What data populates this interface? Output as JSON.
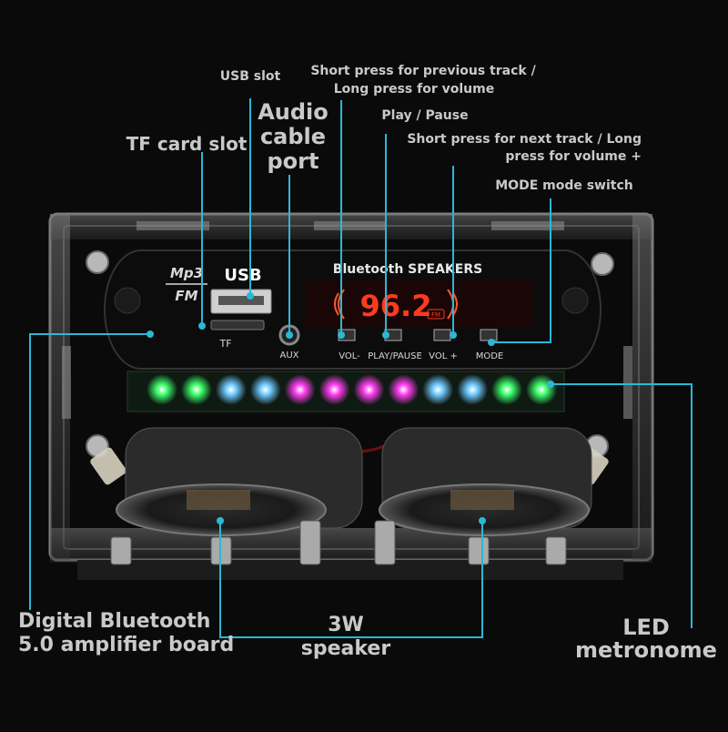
{
  "callouts": {
    "usb_slot": "USB slot",
    "prev_track_line1": "Short press for previous track /",
    "prev_track_line2": "Long press for volume",
    "audio_port_line1": "Audio",
    "audio_port_line2": "cable",
    "audio_port_line3": "port",
    "play_pause": "Play / Pause",
    "tf_card_slot": "TF card slot",
    "next_track_line1": "Short press for next track / Long",
    "next_track_line2": "press for volume +",
    "mode_switch": "MODE mode switch",
    "amp_board_line1": "Digital Bluetooth",
    "amp_board_line2": "5.0 amplifier board",
    "speaker_line1": "3W",
    "speaker_line2": "speaker",
    "led_line1": "LED",
    "led_line2": "metronome"
  },
  "panel": {
    "logo_top": "Mp3",
    "logo_bottom": "FM",
    "usb": "USB",
    "tf": "TF",
    "aux": "AUX",
    "title": "Bluetooth  SPEAKERS",
    "display": "96.2",
    "fm_badge": "FM",
    "buttons": [
      "VOL-",
      "PLAY/PAUSE",
      "VOL +",
      "MODE"
    ]
  },
  "colors": {
    "leader_line": "#2bb8d6",
    "label_text": "#c9c9c9",
    "display_red": "#ff3b1f",
    "led_green": "#3cff6a",
    "led_blue": "#6fc9ff",
    "led_magenta": "#ff3df0"
  },
  "leds": [
    "green",
    "green",
    "blue",
    "blue",
    "magenta",
    "magenta",
    "magenta",
    "magenta",
    "blue",
    "blue",
    "green",
    "green"
  ]
}
